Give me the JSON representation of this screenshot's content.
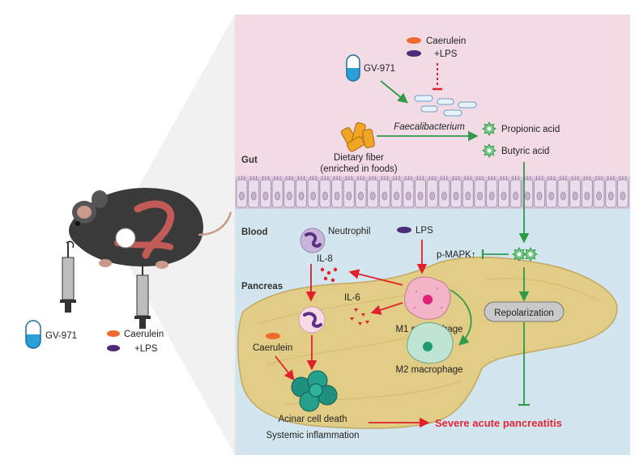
{
  "sections": {
    "gut": "Gut",
    "blood": "Blood",
    "pancreas": "Pancreas"
  },
  "gut": {
    "caerulein": "Caerulein",
    "lps": "+LPS",
    "drug": "GV-971",
    "bacterium": "Faecalibacterium",
    "propionic": "Propionic acid",
    "butyric": "Butyric acid",
    "fiber_line1": "Dietary fiber",
    "fiber_line2": "(enriched in foods)"
  },
  "blood": {
    "neutrophil": "Neutrophil",
    "lps": "LPS",
    "p_mapk": "p-MAPK↑"
  },
  "pancreas": {
    "il8": "IL-8",
    "il6": "IL-6",
    "caerulein": "Caerulein",
    "m1": "M1 macrophage",
    "m2": "M2 macrophage",
    "repolarization": "Repolarization",
    "acinar": "Acinar cell death",
    "systemic": "Systemic inflammation",
    "outcome": "Severe acute pancreatitis"
  },
  "mouse_panel": {
    "drug": "GV-971",
    "caerulein": "Caerulein",
    "lps": "+LPS"
  },
  "colors": {
    "gut_bg": "#f3dbe6",
    "blood_bg": "#d3e6ef",
    "inhibit_red": "#e0202a",
    "activate_green": "#2f9a48",
    "caerulein_orange": "#ee6b2b",
    "lps_purple": "#4a2c78",
    "outcome_text": "#e32636",
    "acid_green": "#2f9a48"
  }
}
